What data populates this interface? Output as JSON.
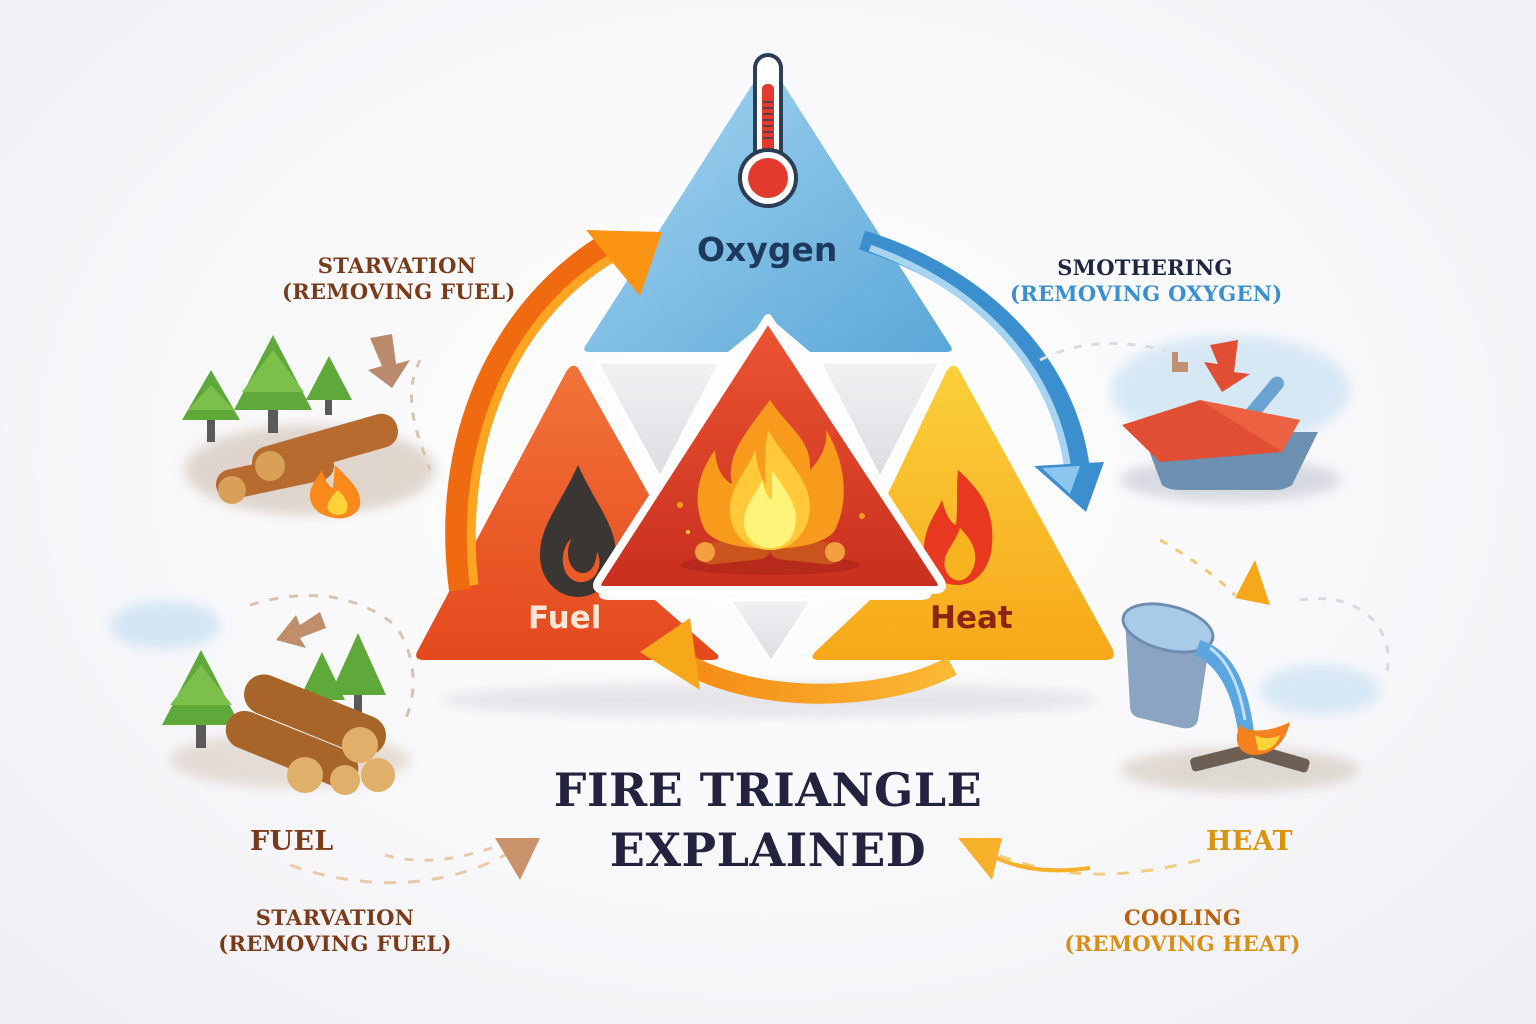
{
  "title": {
    "line1": "FIRE TRIANGLE",
    "line2": "EXPLAINED"
  },
  "triangle": {
    "top": {
      "label": "Oxygen",
      "icon": "thermometer-icon",
      "color": "#7ec0e6"
    },
    "left": {
      "label": "Fuel",
      "icon": "fuel-drop-icon",
      "color": "#ec5a26"
    },
    "right": {
      "label": "Heat",
      "icon": "flame-icon",
      "color": "#f7b41f"
    },
    "center": {
      "icon": "campfire-icon",
      "color": "#d9402a"
    }
  },
  "callouts": {
    "top_left": {
      "title": "STARVATION",
      "subtitle": "(REMOVING FUEL)",
      "illustration": "logs-and-trees-campfire"
    },
    "top_right": {
      "title": "SMOTHERING",
      "subtitle": "(REMOVING OXYGEN)",
      "illustration": "fire-blanket-over-pan"
    },
    "bottom_left": {
      "heading": "FUEL",
      "title": "STARVATION",
      "subtitle": "(REMOVING FUEL)",
      "illustration": "stacked-logs-and-trees"
    },
    "bottom_right": {
      "heading": "HEAT",
      "title": "COOLING",
      "subtitle": "(REMOVING HEAT)",
      "illustration": "water-bucket-on-campfire"
    }
  },
  "colors": {
    "fuel": "#ec5a26",
    "heat": "#f7b41f",
    "oxygen": "#7ec0e6",
    "title": "#23233f",
    "starvation": "#7a3b1a",
    "smothering_sub": "#3a8fcf",
    "cooling": "#b8620f"
  }
}
